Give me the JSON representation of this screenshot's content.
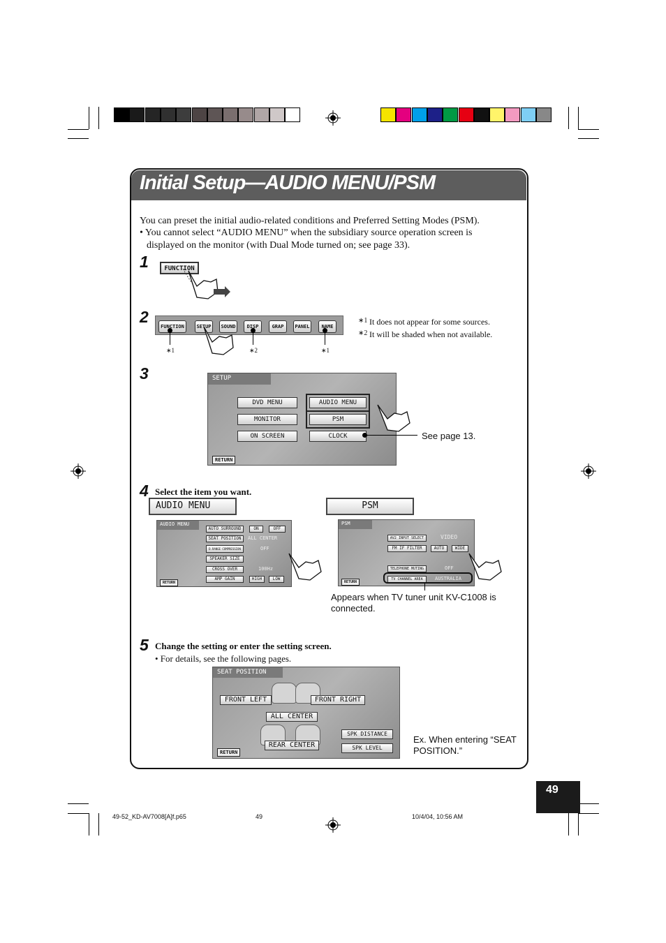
{
  "title": "Initial Setup—AUDIO MENU/PSM",
  "intro": {
    "line1": "You can preset the initial audio-related conditions and Preferred Setting Modes (PSM).",
    "bullet1": "• You cannot select “AUDIO MENU” when the subsidiary source operation screen is",
    "bullet1b": "displayed on the monitor (with Dual Mode turned on; see page 33)."
  },
  "steps": {
    "s1": "1",
    "s2": "2",
    "s3": "3",
    "s4": "4",
    "s5": "5",
    "s4_label": "Select the item you want.",
    "s5_label": "Change the setting or enter the setting screen.",
    "s5_bullet": "• For details, see the following pages."
  },
  "step1": {
    "function_btn": "FUNCTION"
  },
  "step2": {
    "buttons": [
      "FUNCTION",
      "SETUP",
      "SOUND",
      "DISP",
      "GRAP",
      "PANEL",
      "NAME"
    ],
    "mark1": "∗1",
    "mark2": "∗2",
    "mark3": "∗1",
    "note1": "It does not appear for some sources.",
    "note2": "It will be shaded when not available.",
    "note1_mark": "∗1",
    "note2_mark": "∗2"
  },
  "setup_screen": {
    "tab": "SETUP",
    "dvd_menu": "DVD MENU",
    "audio_menu": "AUDIO MENU",
    "monitor": "MONITOR",
    "psm": "PSM",
    "on_screen": "ON SCREEN",
    "clock": "CLOCK",
    "return": "RETURN",
    "see_page": "See page 13."
  },
  "audio_menu_screen": {
    "header": "AUDIO MENU",
    "tab": "AUDIO MENU",
    "auto_surround": "AUTO SURROUND",
    "on": "ON",
    "off": "OFF",
    "seat_position": "SEAT POSITION",
    "all_center": "ALL CENTER",
    "range_compression": "D.RANGE COMPRESSION",
    "off2": "OFF",
    "speaker_size": "SPEAKER SIZE",
    "cross_over": "CROSS OVER",
    "hz": "100Hz",
    "amp_gain": "AMP GAIN",
    "high": "HIGH",
    "low": "LOW",
    "return": "RETURN"
  },
  "psm_screen": {
    "header": "PSM",
    "tab": "PSM",
    "av2_input": "AV2 INPUT SELECT",
    "video": "VIDEO",
    "fm_if": "FM IF FILTER",
    "auto": "AUTO",
    "wide": "WIDE",
    "tel_muting": "TELEPHONE MUTING",
    "off": "OFF",
    "tv_area": "TV CHANNEL AREA",
    "australia": "AUSTRALIA",
    "return": "RETURN",
    "caption1": "Appears when TV tuner unit KV-C1008 is",
    "caption2": "connected."
  },
  "seat_screen": {
    "tab": "SEAT POSITION",
    "front_left": "FRONT LEFT",
    "front_right": "FRONT RIGHT",
    "all_center": "ALL CENTER",
    "spk_distance": "SPK DISTANCE",
    "rear_center": "REAR CENTER",
    "spk_level": "SPK LEVEL",
    "return": "RETURN",
    "caption1": "Ex. When entering “SEAT",
    "caption2": "POSITION.”"
  },
  "page_number": "49",
  "footer": {
    "file": "49-52_KD-AV7008[A]f.p65",
    "page": "49",
    "date": "10/4/04, 10:56 AM"
  },
  "colors": {
    "title_bar": "#5d5d5d",
    "gray_swatches": [
      "#000000",
      "#1a1a1a",
      "#252525",
      "#303030",
      "#3d3d3d",
      "#4d4444",
      "#5e5555",
      "#7a6e6e",
      "#978b8b",
      "#b0a6a6",
      "#cfc8c8",
      "#ffffff"
    ],
    "color_swatches": [
      "#f5e400",
      "#e4007f",
      "#00a0e9",
      "#1d2088",
      "#009944",
      "#e60012",
      "#111111",
      "#fff46a",
      "#f39ac0",
      "#7ecef4",
      "#888888"
    ]
  }
}
